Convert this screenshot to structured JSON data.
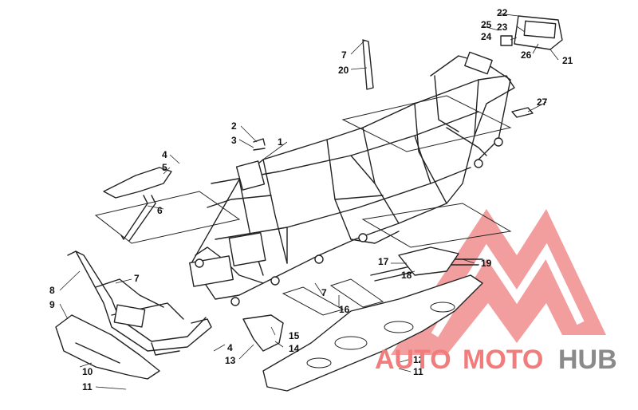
{
  "callouts": [
    {
      "id": "1",
      "label": "1"
    },
    {
      "id": "2",
      "label": "2"
    },
    {
      "id": "3",
      "label": "3"
    },
    {
      "id": "4a",
      "label": "4"
    },
    {
      "id": "5",
      "label": "5"
    },
    {
      "id": "6",
      "label": "6"
    },
    {
      "id": "7a",
      "label": "7"
    },
    {
      "id": "7b",
      "label": "7"
    },
    {
      "id": "7c",
      "label": "7"
    },
    {
      "id": "8",
      "label": "8"
    },
    {
      "id": "9",
      "label": "9"
    },
    {
      "id": "10",
      "label": "10"
    },
    {
      "id": "11a",
      "label": "11"
    },
    {
      "id": "11b",
      "label": "11"
    },
    {
      "id": "12",
      "label": "12"
    },
    {
      "id": "13",
      "label": "13"
    },
    {
      "id": "14",
      "label": "14"
    },
    {
      "id": "15",
      "label": "15"
    },
    {
      "id": "16",
      "label": "16"
    },
    {
      "id": "17",
      "label": "17"
    },
    {
      "id": "18",
      "label": "18"
    },
    {
      "id": "19",
      "label": "19"
    },
    {
      "id": "20",
      "label": "20"
    },
    {
      "id": "21",
      "label": "21"
    },
    {
      "id": "22",
      "label": "22"
    },
    {
      "id": "23",
      "label": "23"
    },
    {
      "id": "24",
      "label": "24"
    },
    {
      "id": "25",
      "label": "25"
    },
    {
      "id": "26",
      "label": "26"
    },
    {
      "id": "27",
      "label": "27"
    },
    {
      "id": "4b",
      "label": "4"
    }
  ],
  "watermark": {
    "auto": "AUTO",
    "moto": "MOTO",
    "hub": "HUB",
    "accent_color": "#f07c7c",
    "dark_color": "#8a8a8a"
  }
}
